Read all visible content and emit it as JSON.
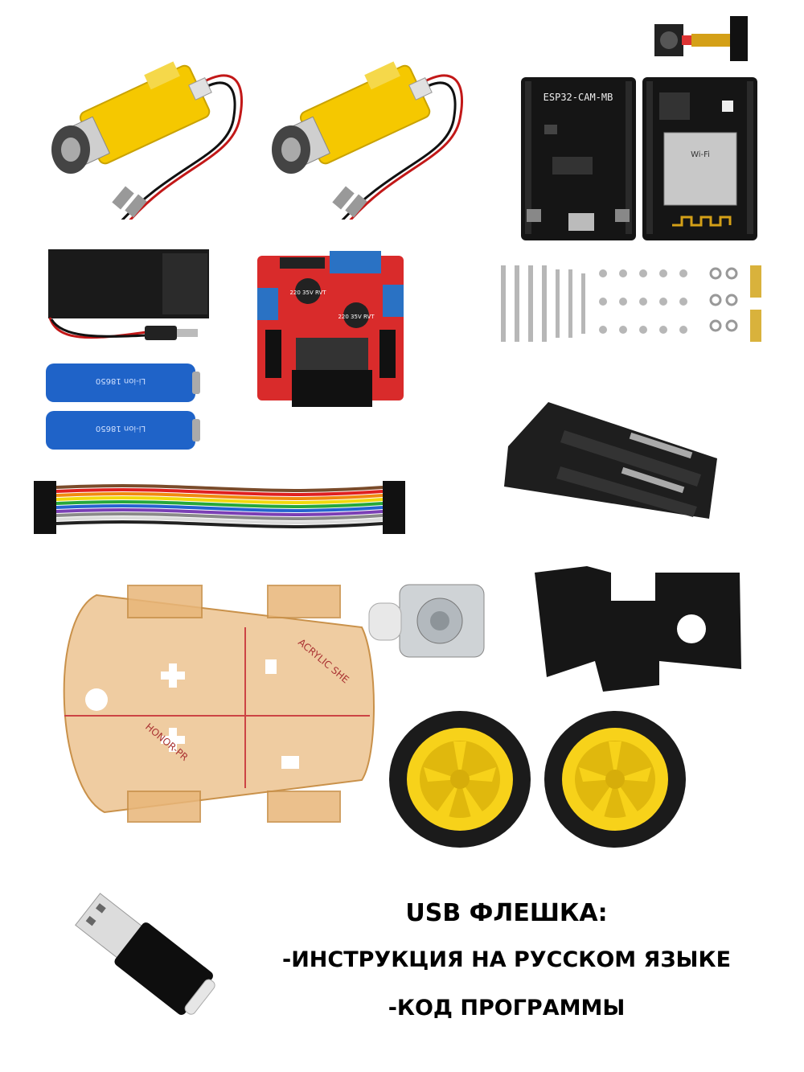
{
  "labels": {
    "esp32_board": "ESP32-CAM-MB",
    "esp32_module": "Wi-Fi",
    "cap_1": "220 35V RVT",
    "cap_2": "220 35V RVT",
    "battery_1": "Li-ion 18650",
    "battery_2": "Li-ion 18650",
    "chassis_print_1": "ACRYLIC SHE",
    "chassis_print_2": "HONOR-PR"
  },
  "usb_text": {
    "title": "USB ФЛЕШКА:",
    "line1": "-ИНСТРУКЦИЯ НА РУССКОМ ЯЗЫКЕ",
    "line2": "-КОД ПРОГРАММЫ"
  },
  "colors": {
    "motor_yellow": "#f5c800",
    "board_red": "#d92b2b",
    "board_black": "#151515",
    "battery_blue": "#1f63c8",
    "acrylic": "#e8b679",
    "wheel_yellow": "#f7d21a",
    "tire": "#1b1b1b"
  }
}
